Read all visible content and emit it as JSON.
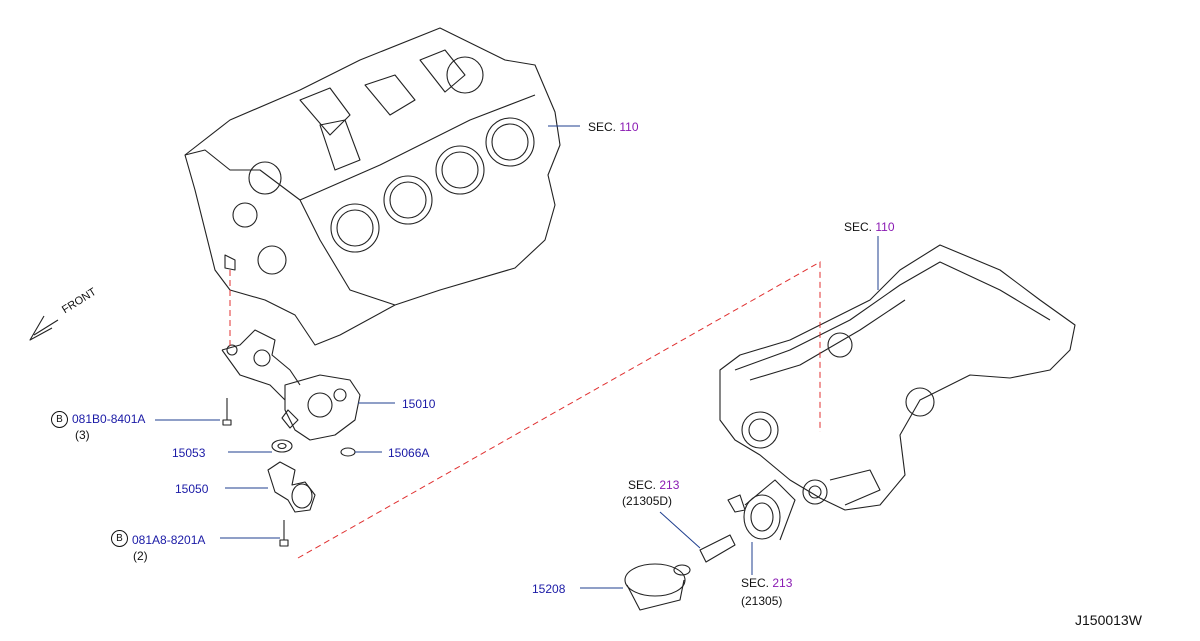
{
  "diagram": {
    "sections": [
      {
        "prefix": "SEC.",
        "number": "110"
      },
      {
        "prefix": "SEC.",
        "number": "110"
      },
      {
        "prefix": "SEC.",
        "number": "213",
        "sub": "(21305D)"
      },
      {
        "prefix": "SEC.",
        "number": "213",
        "sub": "(21305)"
      }
    ],
    "parts": {
      "p15010": "15010",
      "p15066a": "15066A",
      "p15053": "15053",
      "p15050": "15050",
      "p15208": "15208",
      "bolt1": {
        "circle": "B",
        "code": "081B0-8401A",
        "qty": "(3)"
      },
      "bolt2": {
        "circle": "B",
        "code": "081A8-8201A",
        "qty": "(2)"
      }
    },
    "front_label": "FRONT",
    "figure_id": "J150013W"
  },
  "colors": {
    "part_number": "#1a1aa6",
    "section_number": "#8a1ab3",
    "leader": "#1f3f8f",
    "dashed": "#e03030",
    "line_art": "#222222"
  }
}
